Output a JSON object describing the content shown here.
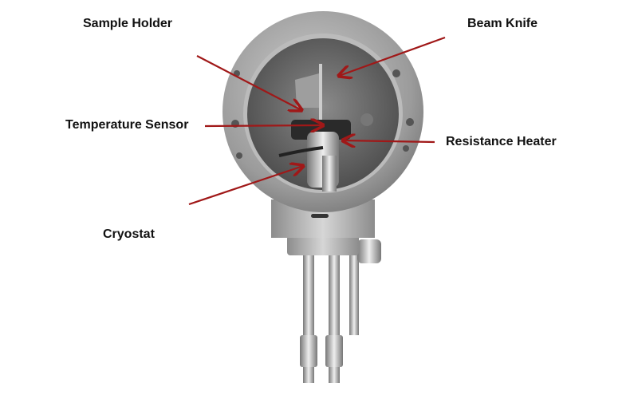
{
  "labels": {
    "sample_holder": "Sample Holder",
    "beam_knife": "Beam Knife",
    "temperature_sensor": "Temperature Sensor",
    "resistance_heater": "Resistance Heater",
    "cryostat": "Cryostat"
  },
  "colors": {
    "arrow": "#a01818",
    "metal": "#9a9a9a"
  }
}
